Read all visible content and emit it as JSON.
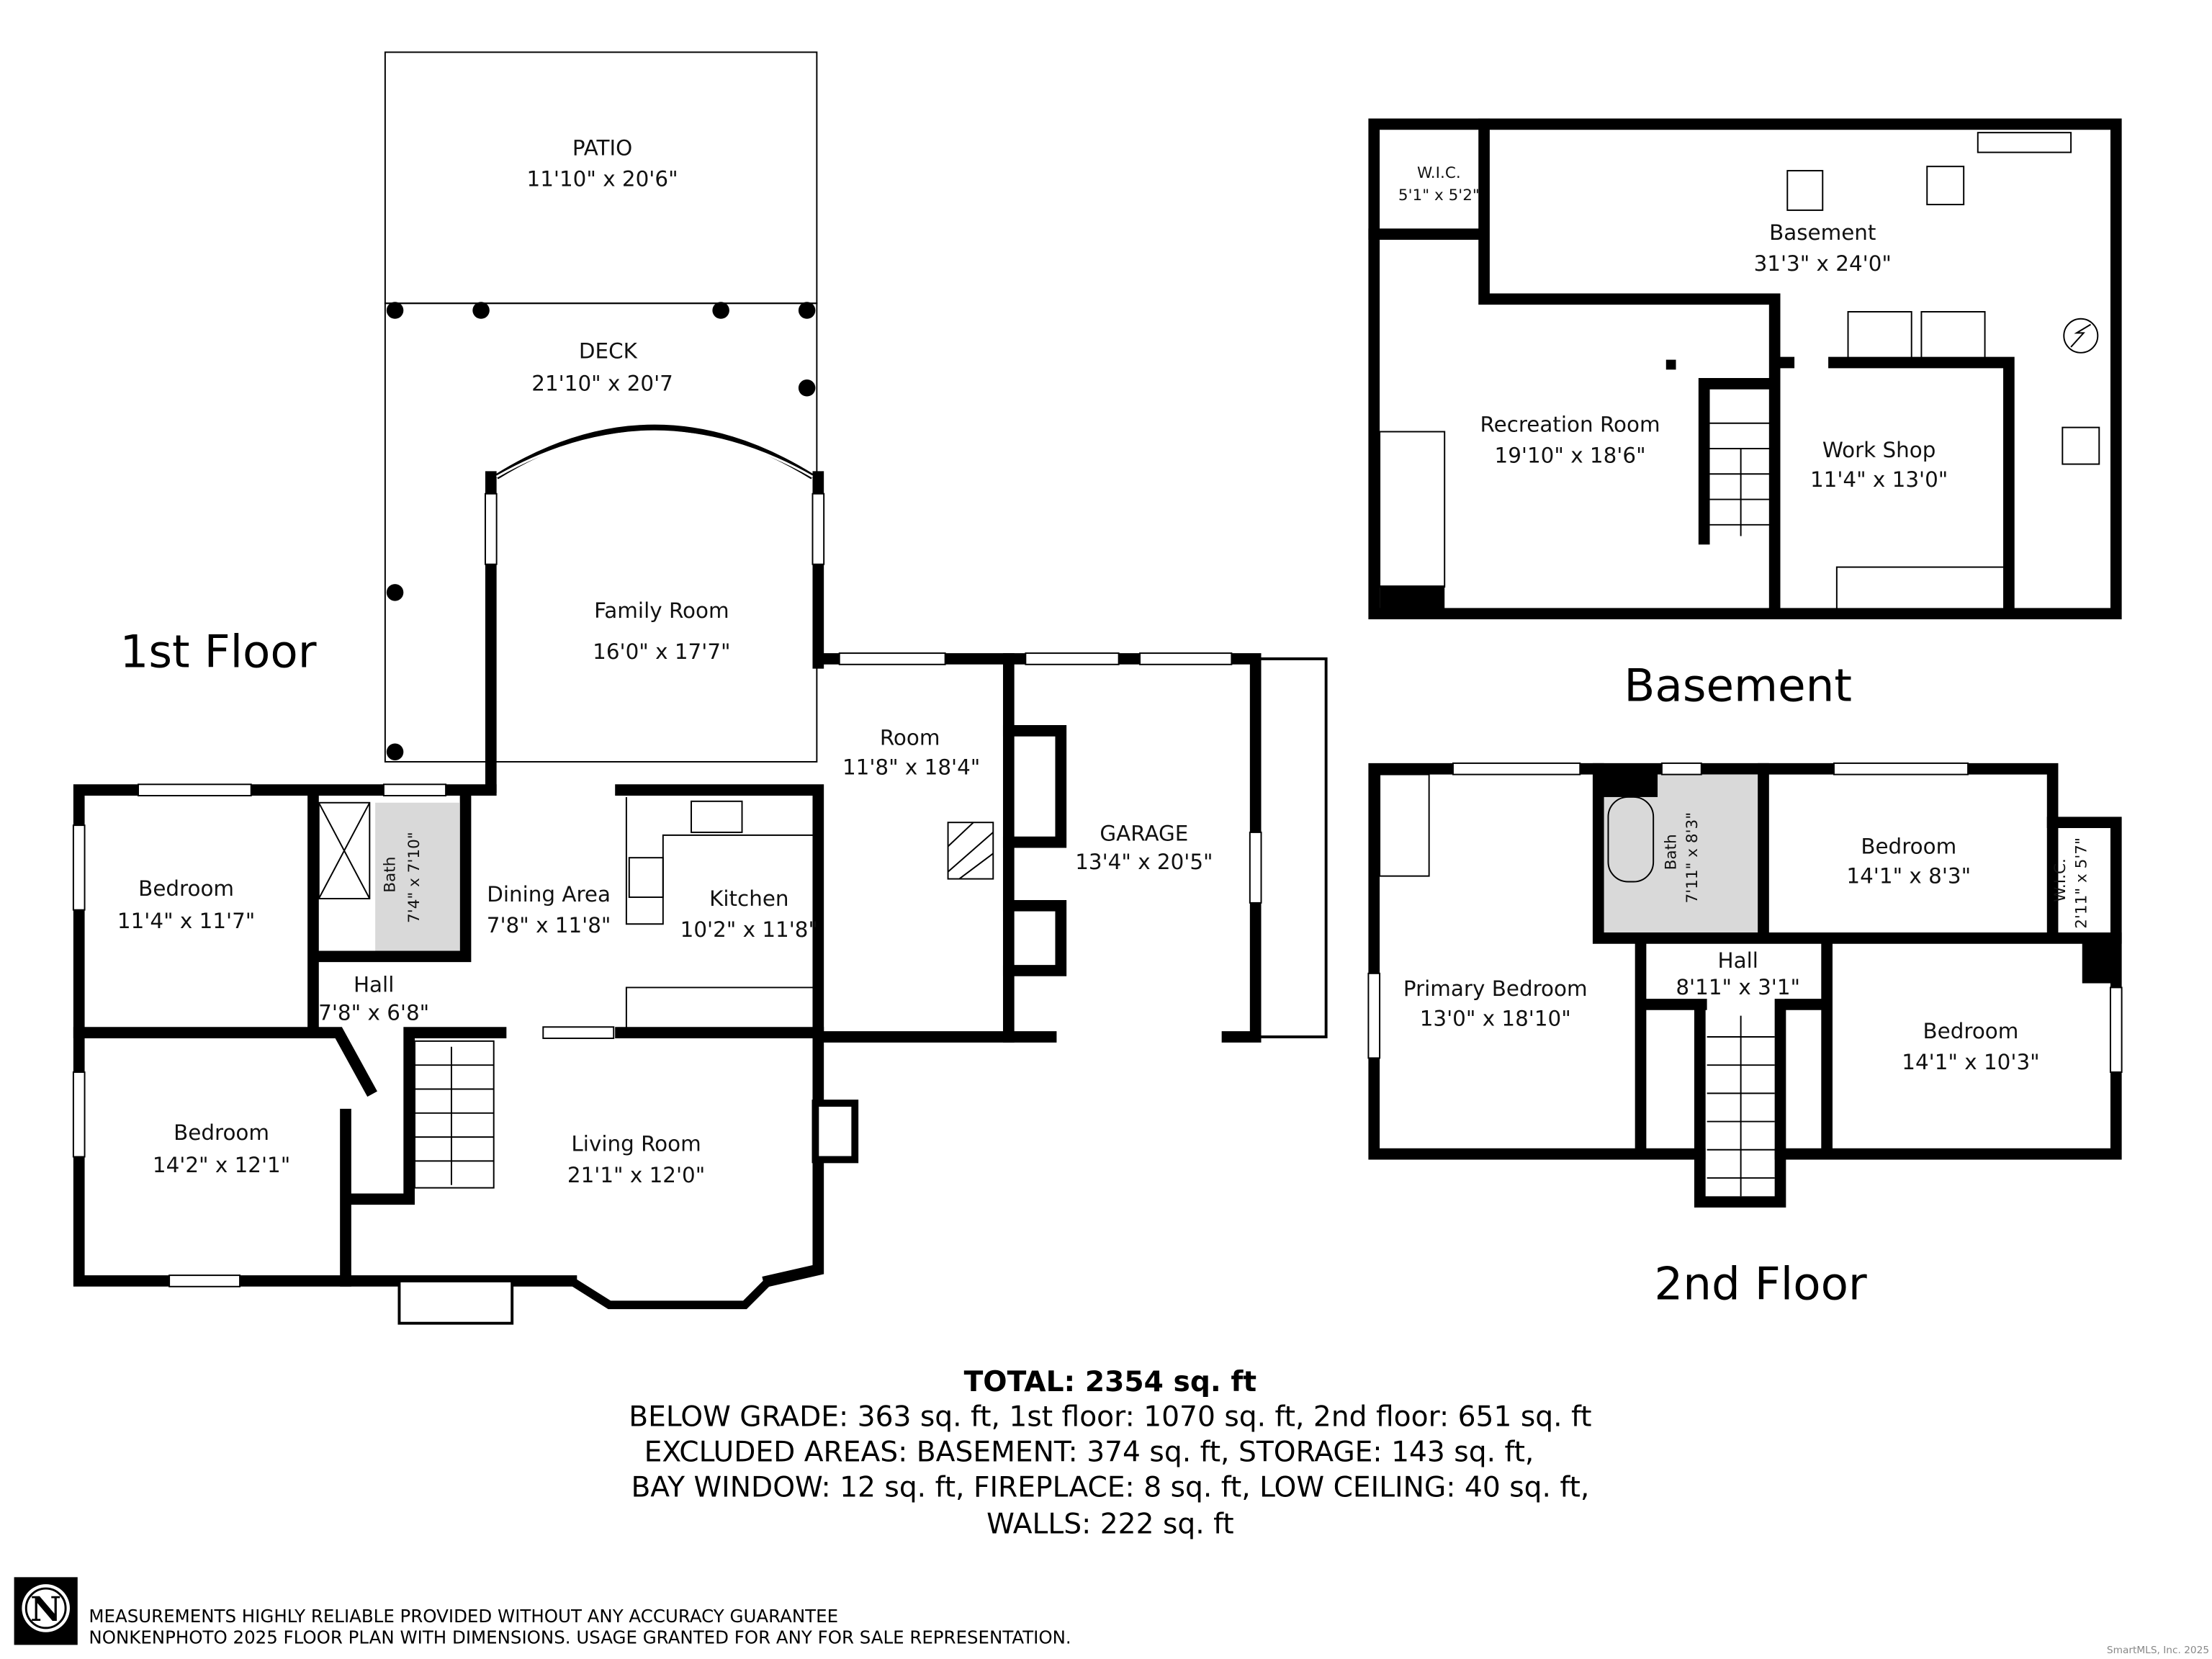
{
  "floors": {
    "first": {
      "title": "1st Floor",
      "rooms": {
        "patio": {
          "name": "PATIO",
          "dims": "11'10\" x 20'6\""
        },
        "deck": {
          "name": "DECK",
          "dims": "21'10\" x 20'7"
        },
        "family_room": {
          "name": "Family Room",
          "dims": "16'0\" x 17'7\""
        },
        "room": {
          "name": "Room",
          "dims": "11'8\" x 18'4\""
        },
        "garage": {
          "name": "GARAGE",
          "dims": "13'4\" x 20'5\""
        },
        "bedroom_1": {
          "name": "Bedroom",
          "dims": "11'4\" x 11'7\""
        },
        "bath": {
          "name": "Bath",
          "dims": "7'4\" x 7'10\""
        },
        "dining_area": {
          "name": "Dining Area",
          "dims": "7'8\" x 11'8\""
        },
        "kitchen": {
          "name": "Kitchen",
          "dims": "10'2\" x 11'8\""
        },
        "hall": {
          "name": "Hall",
          "dims": "7'8\" x 6'8\""
        },
        "bedroom_2": {
          "name": "Bedroom",
          "dims": "14'2\" x 12'1\""
        },
        "living_room": {
          "name": "Living Room",
          "dims": "21'1\" x 12'0\""
        }
      }
    },
    "basement": {
      "title": "Basement",
      "rooms": {
        "wic": {
          "name": "W.I.C.",
          "dims": "5'1\" x 5'2\""
        },
        "basement": {
          "name": "Basement",
          "dims": "31'3\" x 24'0\""
        },
        "recreation_room": {
          "name": "Recreation Room",
          "dims": "19'10\" x 18'6\""
        },
        "work_shop": {
          "name": "Work Shop",
          "dims": "11'4\" x 13'0\""
        }
      }
    },
    "second": {
      "title": "2nd Floor",
      "rooms": {
        "bath": {
          "name": "Bath",
          "dims": "7'11\" x 8'3\""
        },
        "bedroom_1": {
          "name": "Bedroom",
          "dims": "14'1\" x 8'3\""
        },
        "wic": {
          "name": "W.I.C.",
          "dims": "2'11\" x 5'7\""
        },
        "hall": {
          "name": "Hall",
          "dims": "8'11\" x 3'1\""
        },
        "primary_bedroom": {
          "name": "Primary Bedroom",
          "dims": "13'0\" x 18'10\""
        },
        "bedroom_2": {
          "name": "Bedroom",
          "dims": "14'1\" x 10'3\""
        }
      }
    }
  },
  "summary": {
    "total_label": "TOTAL:",
    "total_value": "2354 sq. ft",
    "line1": "BELOW GRADE: 363 sq. ft, 1st floor: 1070 sq. ft, 2nd floor: 651 sq. ft",
    "line2": "EXCLUDED AREAS: BASEMENT: 374 sq. ft, STORAGE: 143 sq. ft,",
    "line3": "BAY WINDOW: 12 sq. ft, FIREPLACE: 8 sq. ft, LOW CEILING: 40 sq. ft,",
    "line4": "WALLS: 222 sq. ft"
  },
  "footer": {
    "logo_letter": "N",
    "disclaimer_1": "MEASUREMENTS HIGHLY RELIABLE PROVIDED WITHOUT ANY ACCURACY GUARANTEE",
    "disclaimer_2": "NONKENPHOTO 2025  FLOOR PLAN WITH DIMENSIONS. USAGE GRANTED FOR ANY FOR SALE REPRESENTATION.",
    "watermark": "SmartMLS, Inc. 2025"
  },
  "colors": {
    "wall": "#000000",
    "bath_fill": "#d9d9d9",
    "background": "#ffffff"
  }
}
